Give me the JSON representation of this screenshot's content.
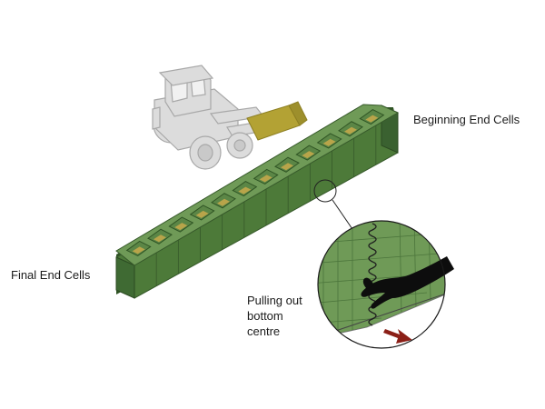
{
  "labels": {
    "beginning_end_cells": "Beginning End Cells",
    "final_end_cells": "Final End Cells",
    "pulling_out": [
      "Pulling out",
      "bottom",
      "centre"
    ]
  },
  "colors": {
    "cell_top": "#6f9a57",
    "cell_front": "#4a7536",
    "cell_side": "#2f5424",
    "fill": "#b8a44a",
    "machine": "#d7d7d7",
    "machine_stroke": "#a9a9a9",
    "bucket": "#b3a234",
    "arrow": "#8b1f17"
  },
  "icons": [
    "loader-vehicle-icon",
    "hand-icon",
    "arrow-icon",
    "coil-spring-icon"
  ]
}
